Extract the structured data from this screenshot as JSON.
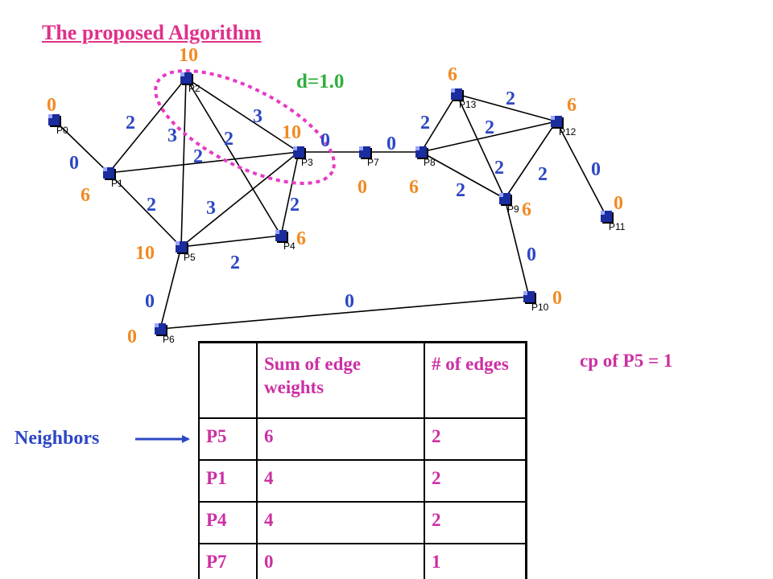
{
  "title": "The proposed Algorithm",
  "d_label": "d=1.0",
  "cp_label": "cp of P5 = 1",
  "neighbors_label": "Neighbors",
  "colors": {
    "title": "#e0308a",
    "weight_label": "#2d47c4",
    "node_value": "#f08a24",
    "d_label": "#2fae3a",
    "table_text": "#cc2fa3",
    "highlight_ellipse": "#e83ac4"
  },
  "nodes": [
    {
      "id": "P0",
      "value": "0"
    },
    {
      "id": "P1",
      "value": "6"
    },
    {
      "id": "P2",
      "value": "10"
    },
    {
      "id": "P3",
      "value": "10"
    },
    {
      "id": "P4",
      "value": "6"
    },
    {
      "id": "P5",
      "value": "10"
    },
    {
      "id": "P6",
      "value": "0"
    },
    {
      "id": "P7",
      "value": "0"
    },
    {
      "id": "P8",
      "value": "6"
    },
    {
      "id": "P9",
      "value": "6"
    },
    {
      "id": "P10",
      "value": "0"
    },
    {
      "id": "P11",
      "value": "0"
    },
    {
      "id": "P12",
      "value": "6"
    },
    {
      "id": "P13",
      "value": "6"
    }
  ],
  "edges": [
    {
      "from": "P0",
      "to": "P1",
      "weight": "0"
    },
    {
      "from": "P1",
      "to": "P2",
      "weight": "2"
    },
    {
      "from": "P1",
      "to": "P3",
      "weight": "2"
    },
    {
      "from": "P1",
      "to": "P5",
      "weight": "2"
    },
    {
      "from": "P2",
      "to": "P3",
      "weight": "3"
    },
    {
      "from": "P2",
      "to": "P5",
      "weight": "3"
    },
    {
      "from": "P2",
      "to": "P4",
      "weight": "2"
    },
    {
      "from": "P3",
      "to": "P4",
      "weight": "2"
    },
    {
      "from": "P3",
      "to": "P5",
      "weight": "3"
    },
    {
      "from": "P4",
      "to": "P5",
      "weight": "2"
    },
    {
      "from": "P3",
      "to": "P7",
      "weight": "0"
    },
    {
      "from": "P7",
      "to": "P8",
      "weight": "0"
    },
    {
      "from": "P8",
      "to": "P13",
      "weight": "2"
    },
    {
      "from": "P8",
      "to": "P12",
      "weight": "2"
    },
    {
      "from": "P8",
      "to": "P9",
      "weight": "2"
    },
    {
      "from": "P13",
      "to": "P12",
      "weight": "2"
    },
    {
      "from": "P13",
      "to": "P9",
      "weight": "2"
    },
    {
      "from": "P12",
      "to": "P9",
      "weight": "2"
    },
    {
      "from": "P12",
      "to": "P11",
      "weight": "0"
    },
    {
      "from": "P9",
      "to": "P10",
      "weight": "0"
    },
    {
      "from": "P5",
      "to": "P6",
      "weight": "0"
    },
    {
      "from": "P6",
      "to": "P10",
      "weight": "0"
    }
  ],
  "table": {
    "headers": [
      "",
      "Sum of edge weights",
      "# of edges"
    ],
    "rows": [
      [
        "P5",
        "6",
        "2"
      ],
      [
        "P1",
        "4",
        "2"
      ],
      [
        "P4",
        "4",
        "2"
      ],
      [
        "P7",
        "0",
        "1"
      ]
    ]
  }
}
